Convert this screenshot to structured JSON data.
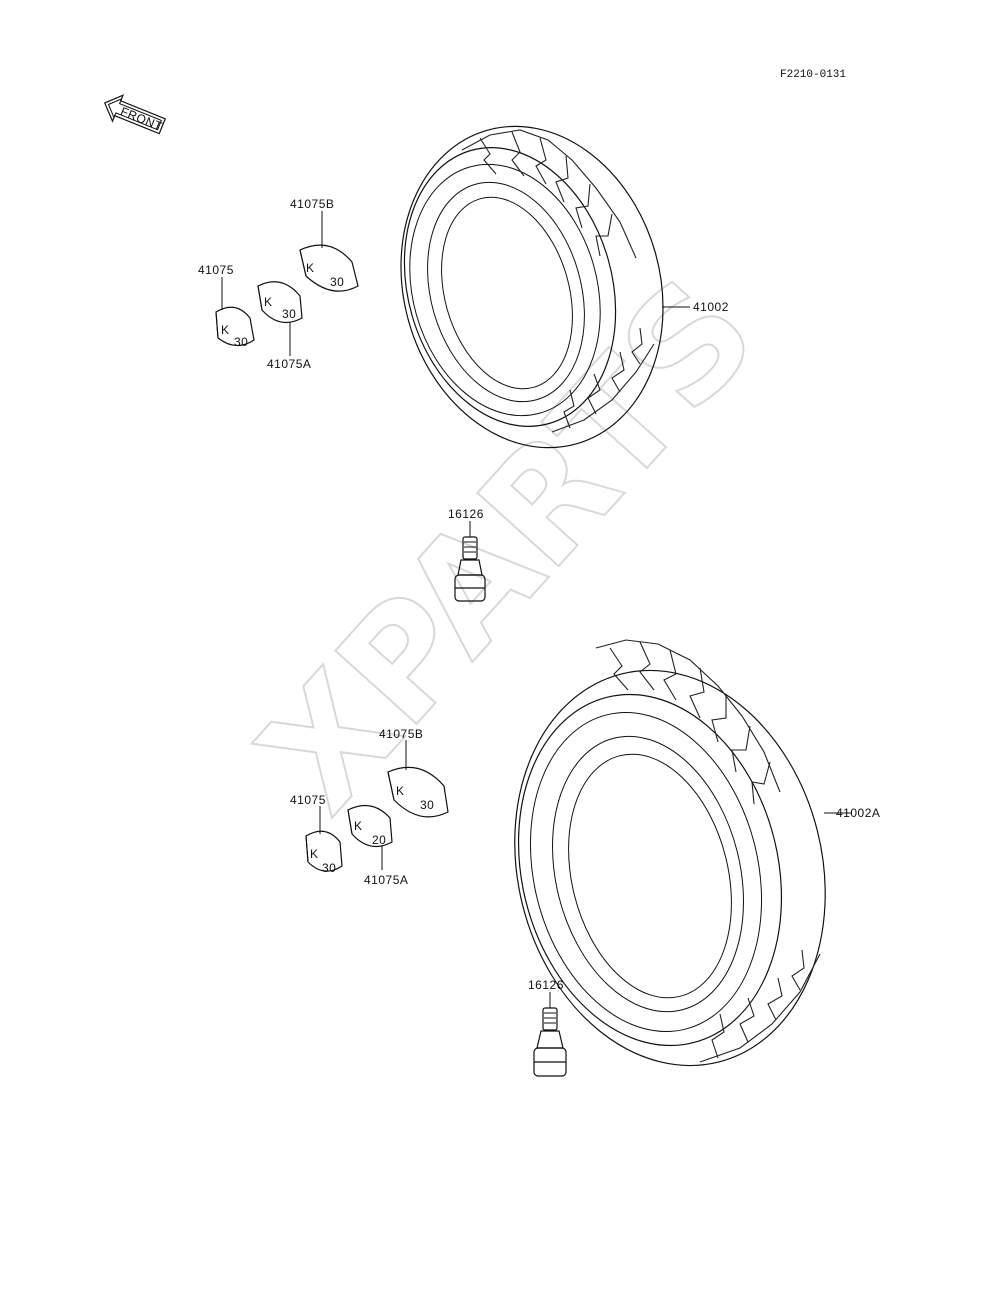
{
  "diagram": {
    "code": "F2210-0131",
    "front_label": "FRONT",
    "watermark": "XPARTS",
    "labels": {
      "tire_front": "41002",
      "tire_rear": "41002A",
      "valve_upper": "16126",
      "valve_lower": "16126",
      "weight_b_upper": "41075B",
      "weight_plain_upper": "41075",
      "weight_a_upper": "41075A",
      "weight_b_lower": "41075B",
      "weight_plain_lower": "41075",
      "weight_a_lower": "41075A"
    }
  }
}
